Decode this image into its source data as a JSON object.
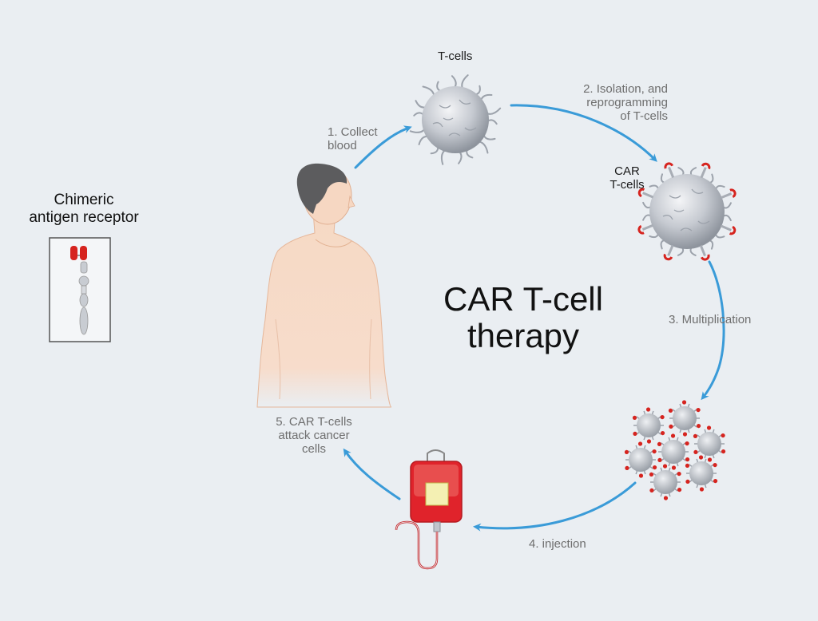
{
  "title_lines": [
    "CAR T-cell",
    "therapy"
  ],
  "car_label_lines": [
    "Chimeric",
    "antigen receptor"
  ],
  "steps": {
    "tcells_label": "T-cells",
    "step1_lines": [
      "1. Collect",
      "blood"
    ],
    "step2_lines": [
      "2. Isolation, and",
      "reprogramming",
      "of T-cells"
    ],
    "car_tcells_lines": [
      "CAR",
      "T-cells"
    ],
    "step3": "3. Multiplication",
    "step4": "4. injection",
    "step5_lines": [
      "5. CAR T-cells",
      "attack cancer",
      "cells"
    ]
  },
  "colors": {
    "background": "#eaeef2",
    "arrow": "#3a9bd8",
    "receptor_red": "#d6241f",
    "cell_grey": "#b9bec6",
    "skin": "#f5d7c2",
    "blood": "#e0232b"
  },
  "icons": [
    "t-cell-icon",
    "car-t-cell-icon",
    "cell-cluster-icon",
    "blood-bag-icon",
    "human-figure-icon",
    "receptor-icon"
  ]
}
